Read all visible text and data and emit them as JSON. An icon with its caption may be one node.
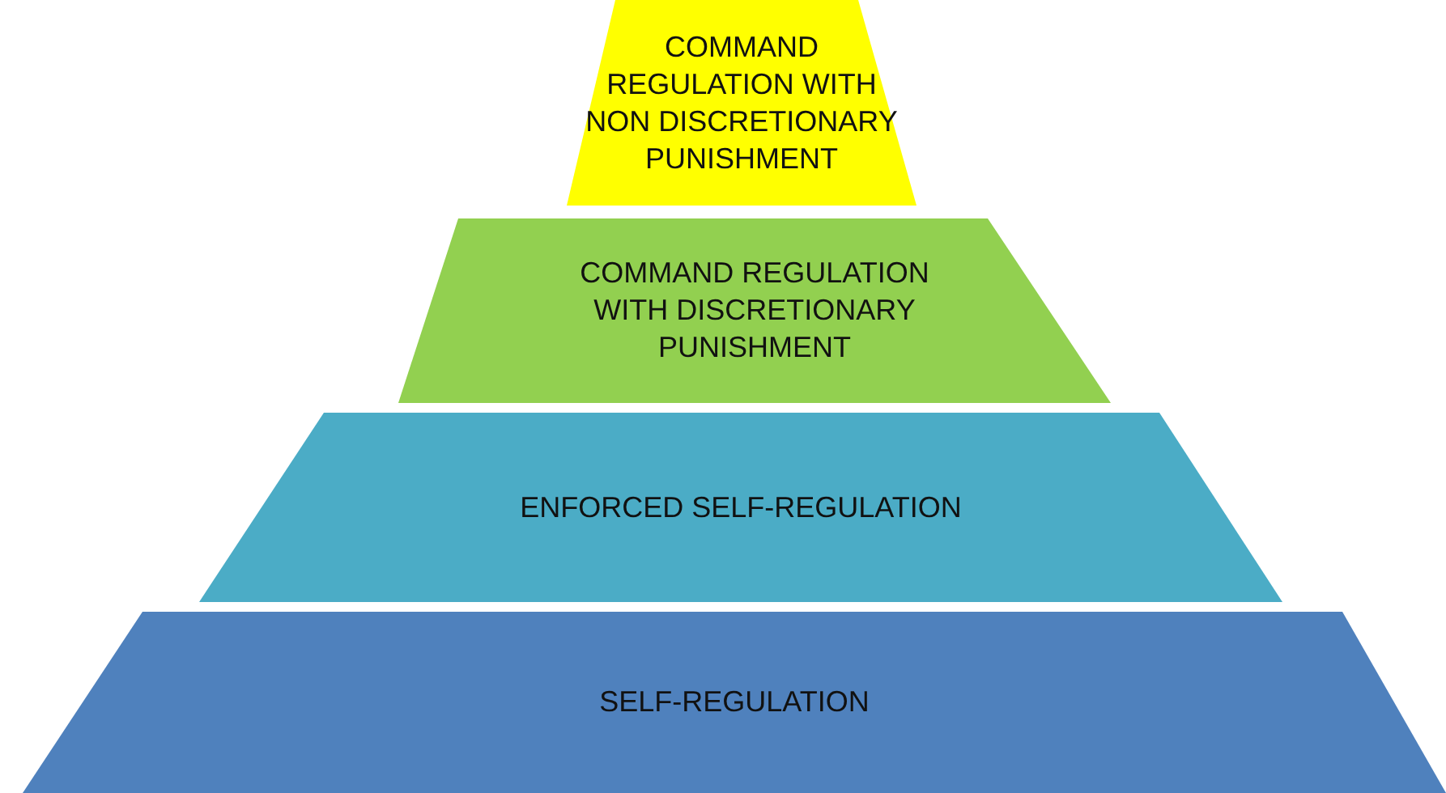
{
  "diagram": {
    "nodes": [
      {
        "text": [
          "COMMAND REGULATION WITH NON DISCRETIONARY PUNISHMENT"
        ]
      },
      {
        "text": [
          "COMMAND REGULATION WITH DISCRETIONARY PUNISHMENT"
        ]
      },
      {
        "text": [
          "ENFORCED SELF-REGULATION"
        ]
      },
      {
        "text": [
          "SELF-REGULATION"
        ]
      }
    ]
  }
}
